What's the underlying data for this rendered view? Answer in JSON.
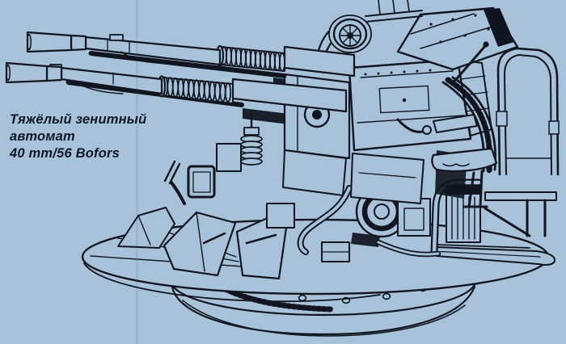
{
  "caption": {
    "line1": "Тяжёлый зенитный",
    "line2": "автомат",
    "line3": "40 mm/56 Bofors"
  },
  "colors": {
    "background": "#a8c3d9",
    "ink": "#10151f",
    "caption_text": "#0d1627"
  },
  "illustration": {
    "alt": "Technical ink line drawing of a twin-barrel 40 mm/56 Bofors heavy anti-aircraft autocannon on a round pedestal mount, viewed from the left with barrels raised toward the upper left"
  }
}
